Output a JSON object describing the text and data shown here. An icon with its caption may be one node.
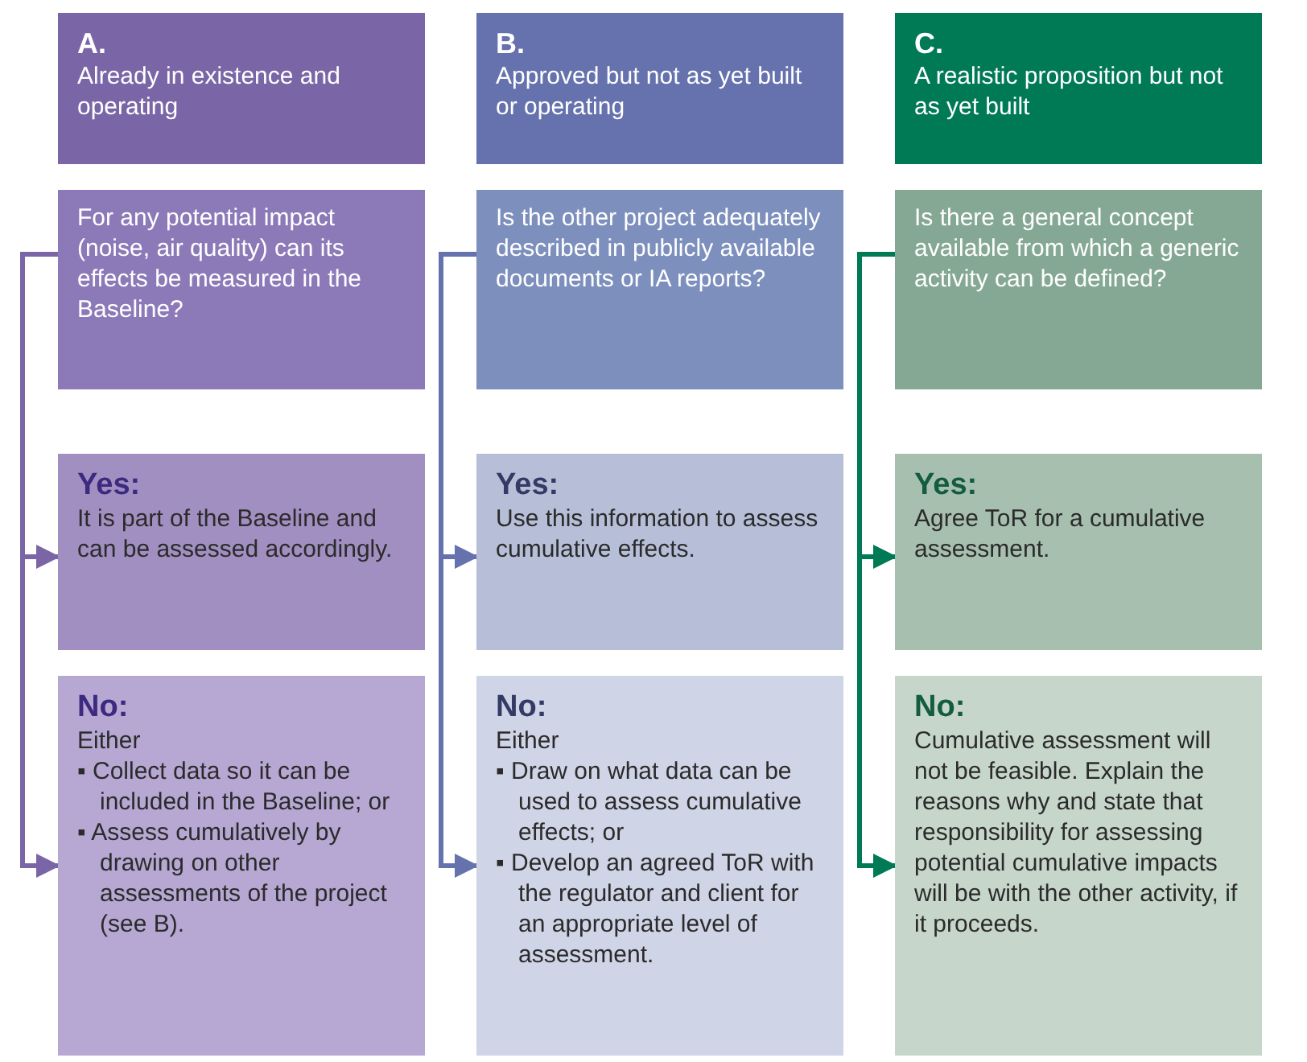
{
  "diagram": {
    "nodes": [
      {
        "text": [
          "A.",
          "Already in existence and operating"
        ]
      },
      {
        "text": [
          "For any potential impact (noise, air quality) can its effects be measured in the Baseline?"
        ]
      },
      {
        "text": [
          "Yes:",
          "It is part of the Baseline and can be assessed accordingly."
        ]
      },
      {
        "text": [
          "No:",
          "Either",
          "▪ Collect data so it can be included in the Baseline; or",
          "▪ Assess cumulatively by drawing on other assessments of the project (see B)."
        ]
      },
      {
        "text": [
          "B.",
          "Approved but not as yet built or operating"
        ]
      },
      {
        "text": [
          "Is the other project adequately described in publicly available documents or IA reports?"
        ]
      },
      {
        "text": [
          "Yes:",
          "Use this information to assess cumulative effects."
        ]
      },
      {
        "text": [
          "No:",
          "Either",
          "▪ Draw on what data can be used to assess cumulative effects; or",
          "▪ Develop an agreed ToR with the regulator and client for an appropriate level of assessment."
        ]
      },
      {
        "text": [
          "C.",
          "A realistic proposition but not as yet built"
        ]
      },
      {
        "text": [
          "Is there a general concept available from which a generic activity can be defined?"
        ]
      },
      {
        "text": [
          "Yes:",
          "Agree ToR for a cumulative assessment."
        ]
      },
      {
        "text": [
          "No:",
          "Cumulative assessment will not be feasible. Explain the reasons why and state that responsibility for assessing potential cumulative impacts will be with the other activity, if it proceeds."
        ]
      }
    ],
    "edges": [
      {
        "from": 1,
        "to": 2,
        "arrow": "to",
        "color": "#7a66a6"
      },
      {
        "from": 1,
        "to": 3,
        "arrow": "to",
        "color": "#7a66a6"
      },
      {
        "from": 5,
        "to": 6,
        "arrow": "to",
        "color": "#6672ad"
      },
      {
        "from": 5,
        "to": 7,
        "arrow": "to",
        "color": "#6672ad"
      },
      {
        "from": 9,
        "to": 10,
        "arrow": "to",
        "color": "#007a55"
      },
      {
        "from": 9,
        "to": 11,
        "arrow": "to",
        "color": "#007a55"
      }
    ]
  }
}
